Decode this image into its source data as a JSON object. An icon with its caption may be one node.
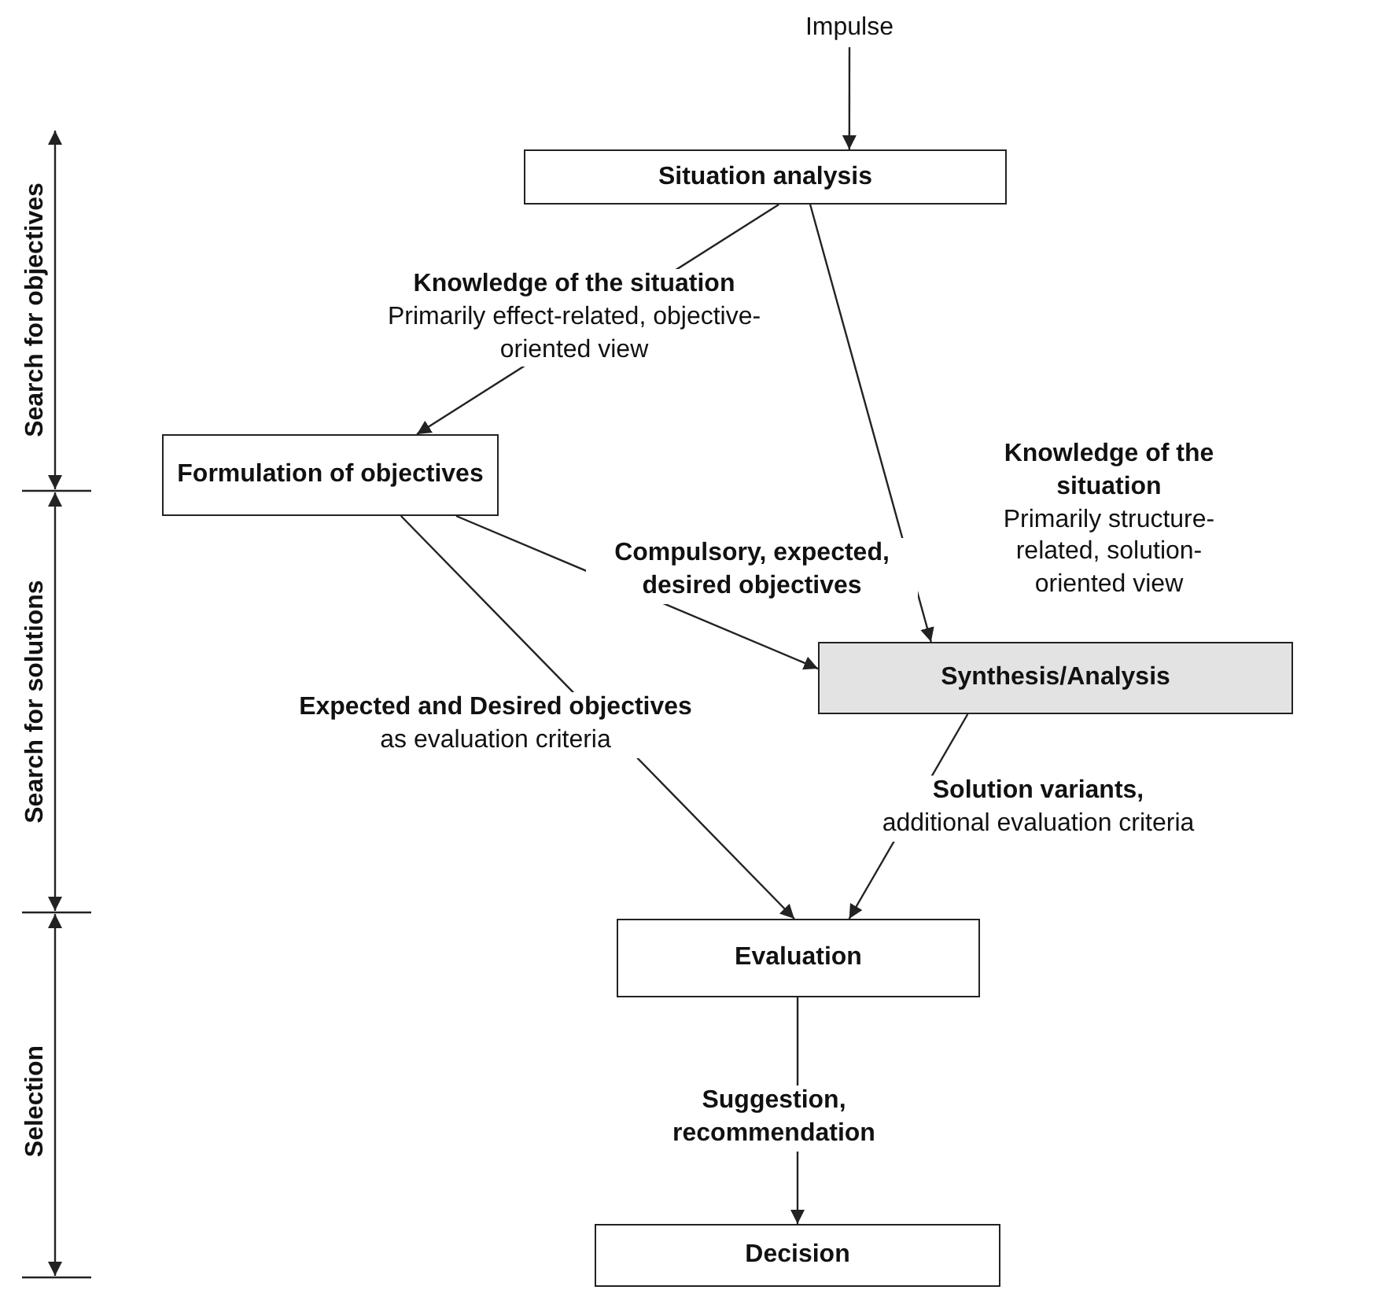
{
  "diagram": {
    "nodes": [
      {
        "text": [
          "Impulse"
        ]
      },
      {
        "text": [
          "Situation analysis"
        ]
      },
      {
        "text": [
          "Formulation of objectives"
        ]
      },
      {
        "text": [
          "Synthesis/Analysis"
        ]
      },
      {
        "text": [
          "Evaluation"
        ]
      },
      {
        "text": [
          "Decision"
        ]
      }
    ],
    "edges": [
      {
        "from": 0,
        "to": 1,
        "arrow": "to"
      },
      {
        "from": 1,
        "to": 2,
        "arrow": "to",
        "label": "**Knowledge of the situation** Primarily effect-related, objective-oriented view"
      },
      {
        "from": 1,
        "to": 3,
        "arrow": "to",
        "label": "**Knowledge of the situation** Primarily structure-related, solution-oriented view"
      },
      {
        "from": 2,
        "to": 3,
        "arrow": "to",
        "label": "Compulsory, expected, desired objectives"
      },
      {
        "from": 2,
        "to": 4,
        "arrow": "to",
        "label": "**Expected and Desired objectives** as evaluation criteria"
      },
      {
        "from": 3,
        "to": 4,
        "arrow": "to",
        "label": "**Solution variants,** additional evaluation criteria"
      },
      {
        "from": 4,
        "to": 5,
        "arrow": "to",
        "label": "Suggestion, recommendation"
      }
    ],
    "labels": [
      "Search for objectives",
      "Search for solutions",
      "Selection"
    ]
  }
}
